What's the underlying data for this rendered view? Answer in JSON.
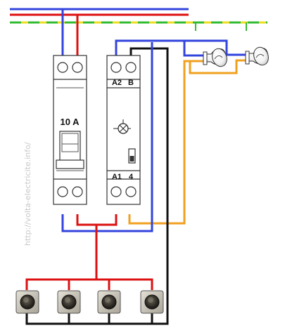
{
  "breaker": {
    "rating_label": "10 A"
  },
  "relay": {
    "terminal_top_left": "A2",
    "terminal_top_right": "B",
    "terminal_bottom_left": "A1",
    "terminal_bottom_right": "4"
  },
  "watermark": "http://volta-electricite.info/",
  "wire_colors": {
    "phase": "#dd1111",
    "neutral": "#3344dd",
    "earth_green": "#33bb33",
    "earth_yellow": "#eedd22",
    "switched": "#f0a020",
    "return": "#111111"
  },
  "lamp_count": 2,
  "pushbutton_count": 4
}
